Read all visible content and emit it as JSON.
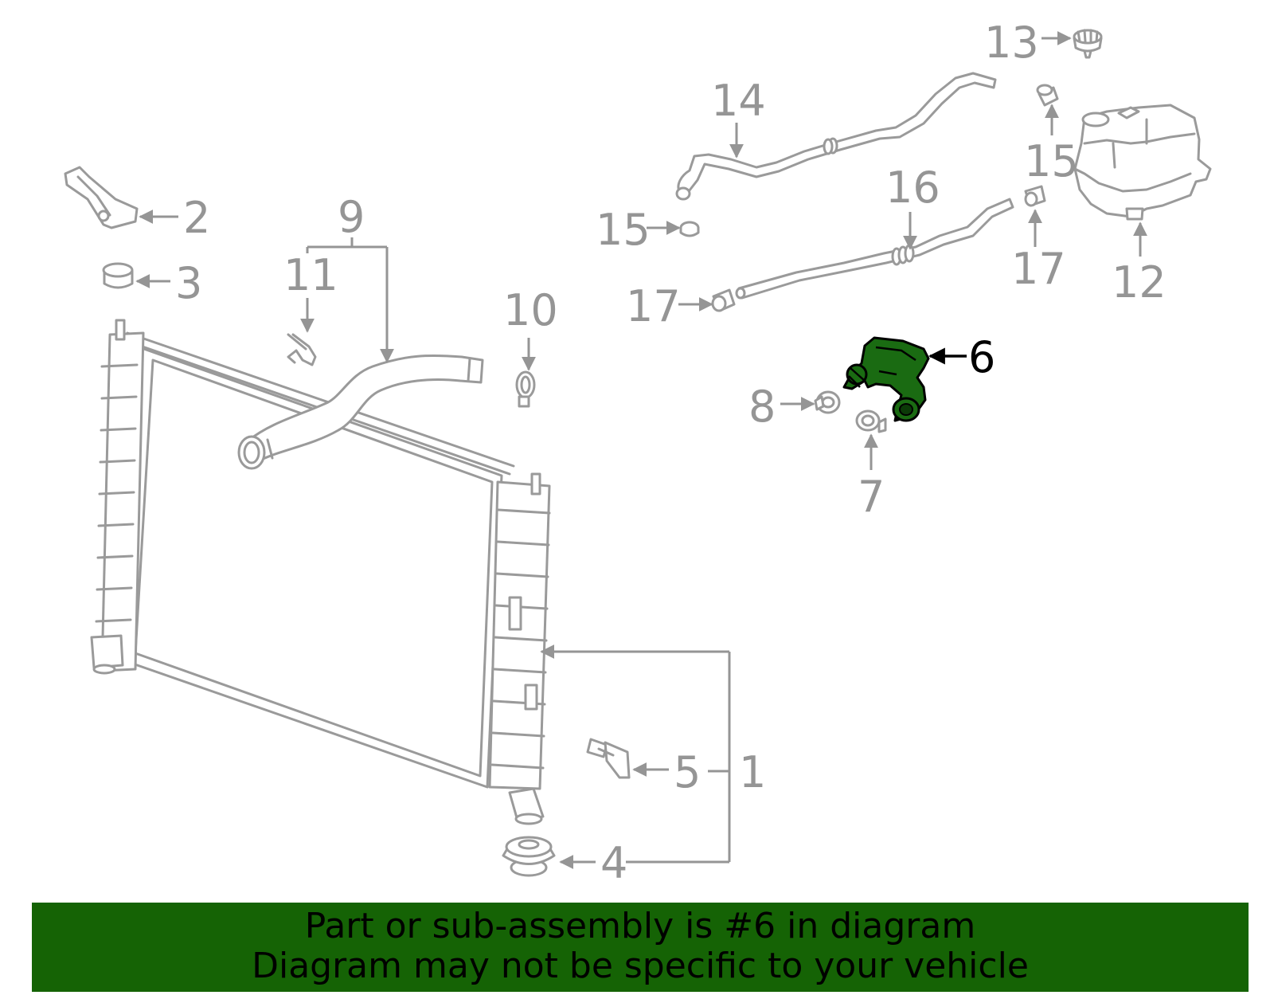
{
  "diagram": {
    "highlight_color": "#1a6b12",
    "label_color": "#959595",
    "callouts": [
      {
        "id": "1",
        "label": "1"
      },
      {
        "id": "2",
        "label": "2"
      },
      {
        "id": "3",
        "label": "3"
      },
      {
        "id": "4",
        "label": "4"
      },
      {
        "id": "5",
        "label": "5"
      },
      {
        "id": "6",
        "label": "6",
        "highlighted": true
      },
      {
        "id": "7",
        "label": "7"
      },
      {
        "id": "8",
        "label": "8"
      },
      {
        "id": "9",
        "label": "9"
      },
      {
        "id": "10",
        "label": "10"
      },
      {
        "id": "11",
        "label": "11"
      },
      {
        "id": "12",
        "label": "12"
      },
      {
        "id": "13",
        "label": "13"
      },
      {
        "id": "14",
        "label": "14"
      },
      {
        "id": "15a",
        "label": "15"
      },
      {
        "id": "15b",
        "label": "15"
      },
      {
        "id": "16",
        "label": "16"
      },
      {
        "id": "17a",
        "label": "17"
      },
      {
        "id": "17b",
        "label": "17"
      }
    ]
  },
  "banner": {
    "line1": "Part or sub-assembly is #6 in diagram",
    "line2": "Diagram may not be specific to your vehicle",
    "background_color": "#156305"
  }
}
